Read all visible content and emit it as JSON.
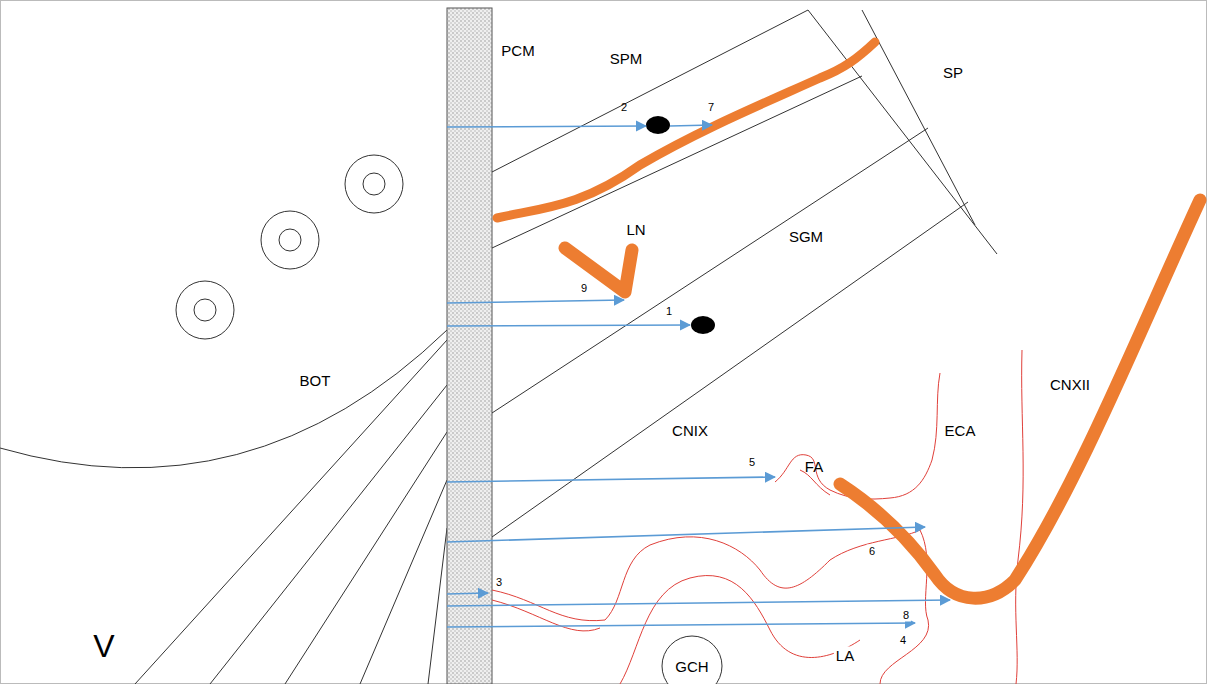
{
  "diagram": {
    "labels": [
      "PCM",
      "SPM",
      "SP",
      "2",
      "7",
      "LN",
      "9",
      "SGM",
      "1",
      "BOT",
      "CNIX",
      "5",
      "FA",
      "ECA",
      "CNXII",
      "6",
      "3",
      "8",
      "4",
      "GCH",
      "LA",
      "V"
    ]
  }
}
